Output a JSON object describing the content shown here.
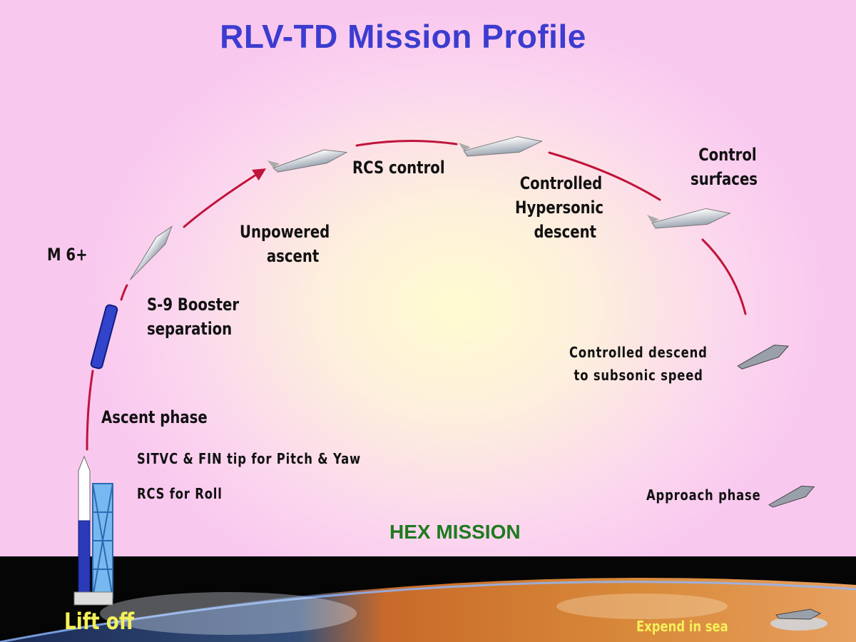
{
  "title": "RLV-TD Mission Profile",
  "labels": {
    "m6": "M 6+",
    "booster_line1": "S-9 Booster",
    "booster_line2": "separation",
    "unpowered_line1": "Unpowered",
    "unpowered_line2": "ascent",
    "rcs_control": "RCS control",
    "hypersonic_line1": "Controlled",
    "hypersonic_line2": "Hypersonic",
    "hypersonic_line3": "descent",
    "surfaces_line1": "Control",
    "surfaces_line2": "surfaces",
    "ascent_phase": "Ascent phase",
    "sitvc": "SITVC & FIN tip for Pitch & Yaw",
    "rcs_roll": "RCS for Roll",
    "subsonic_line1": "Controlled descend",
    "subsonic_line2": "to subsonic speed",
    "approach": "Approach phase",
    "hex_mission": "HEX MISSION",
    "lift_off": "Lift off",
    "expend": "Expend in sea"
  },
  "colors": {
    "title": "#3c3ccf",
    "trajectory": "#c0143c",
    "hex_mission": "#1e7a1e",
    "lift_off": "#f5f05a"
  }
}
